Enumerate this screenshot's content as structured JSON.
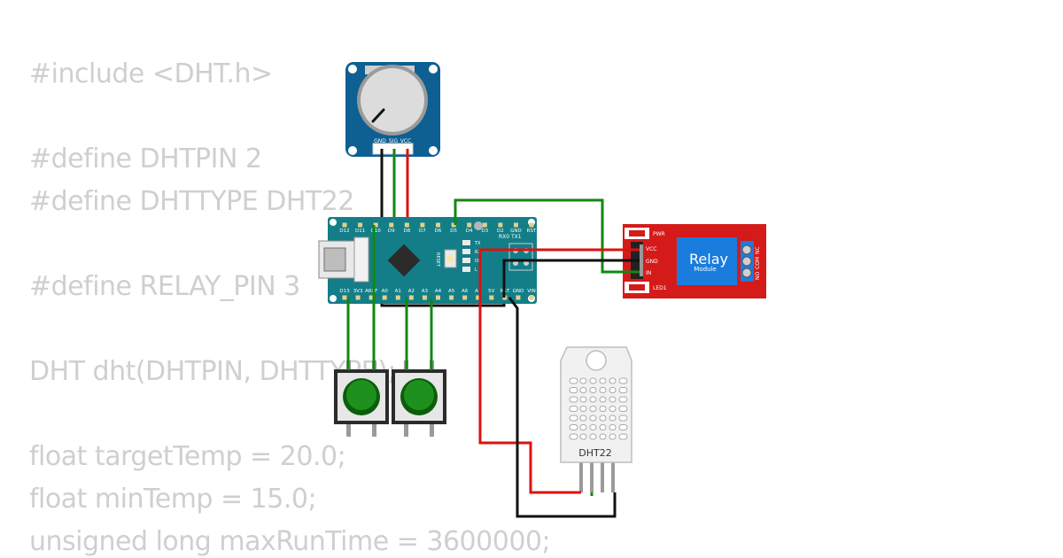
{
  "code_lines": [
    "#include <DHT.h>",
    "",
    "#define DHTPIN 2",
    "#define DHTTYPE DHT22",
    "",
    "#define RELAY_PIN 3",
    "",
    "DHT dht(DHTPIN, DHTTYPE);",
    "",
    "float targetTemp = 20.0;",
    "float minTemp = 15.0;",
    "unsigned long maxRunTime = 3600000;"
  ],
  "potentiometer": {
    "pins": [
      "GND",
      "SIG",
      "VCC"
    ]
  },
  "arduino": {
    "top_pins": [
      "D12",
      "D11",
      "D10",
      "D9",
      "D8",
      "D7",
      "D6",
      "D5",
      "D4",
      "D3",
      "D2",
      "GND",
      "RST"
    ],
    "bottom_pins": [
      "D13",
      "3V3",
      "AREF",
      "A0",
      "A1",
      "A2",
      "A3",
      "A4",
      "A5",
      "A6",
      "A7",
      "5V",
      "RST",
      "GND",
      "VIN"
    ],
    "rx_tx": "RX0 TX1",
    "reset_label": "RESET",
    "led_labels": [
      "TX",
      "RX",
      "ON",
      "L"
    ]
  },
  "relay": {
    "title": "Relay",
    "subtitle": "Module",
    "pins": [
      "VCC",
      "GND",
      "IN"
    ],
    "pwr_label": "PWR",
    "led_label": "LED1",
    "terminals": [
      "NO",
      "COM",
      "NC"
    ]
  },
  "dht": {
    "label": "DHT22"
  },
  "colors": {
    "wire_green": "#118811",
    "wire_red": "#dd1111",
    "wire_black": "#111111",
    "board_teal": "#137e88",
    "relay_red": "#d51a1a",
    "pot_blue": "#0e5f92"
  }
}
